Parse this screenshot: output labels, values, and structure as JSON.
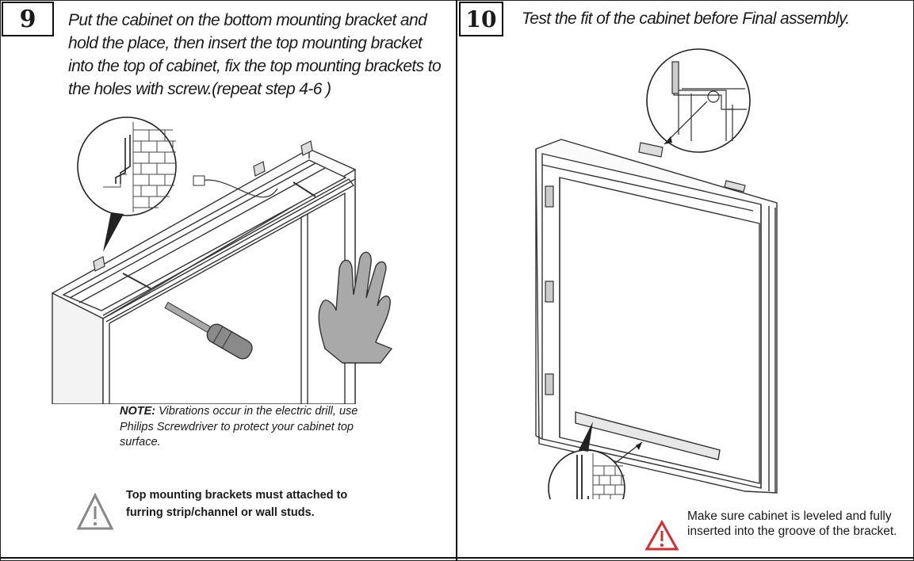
{
  "step9": {
    "number": "9",
    "instruction": "Put the cabinet on the bottom mounting bracket and hold the place, then insert the top mounting bracket into the top of cabinet, fix the top mounting brackets to the holes with screw.(repeat step 4-6 )",
    "note_label": "NOTE:",
    "note_text": " Vibrations occur in the electric drill, use Philips Screwdriver to protect your cabinet top surface.",
    "warning": "Top mounting brackets must attached to furring strip/channel or wall studs.",
    "warning_icon": "warning-triangle-gray"
  },
  "step10": {
    "number": "10",
    "instruction": "Test the fit of the cabinet before Final assembly.",
    "warning": "Make sure cabinet is leveled and fully inserted into the groove of the bracket.",
    "warning_icon": "warning-triangle-red",
    "colors": {
      "warning": "#d32f2f",
      "arrow": "#d32f2f"
    }
  }
}
